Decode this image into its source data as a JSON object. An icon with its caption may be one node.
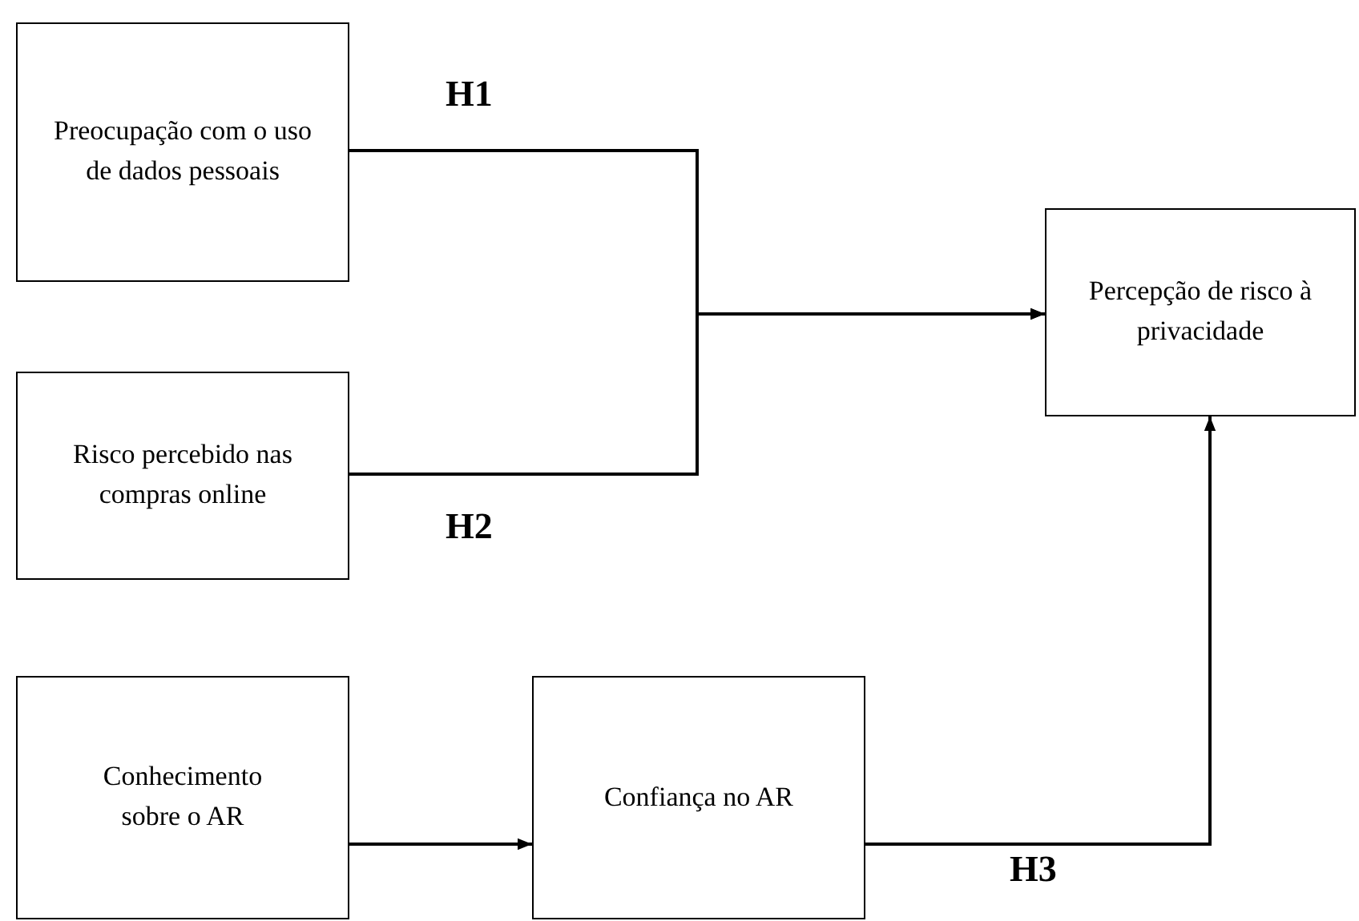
{
  "diagram": {
    "nodes": [
      {
        "text": [
          "Preocupação com o uso de dados pessoais"
        ]
      },
      {
        "text": [
          "Risco percebido nas compras online"
        ]
      },
      {
        "text": [
          "Percepção de risco à privacidade"
        ]
      },
      {
        "text": [
          "Conhecimento sobre o AR"
        ]
      },
      {
        "text": [
          "Confiança no AR"
        ]
      }
    ],
    "edges": [
      {
        "from": 0,
        "to": 2,
        "arrow": "to",
        "label": "H1"
      },
      {
        "from": 1,
        "to": 2,
        "arrow": "to",
        "label": "H2"
      },
      {
        "from": 3,
        "to": 4,
        "arrow": "to"
      },
      {
        "from": 4,
        "to": 2,
        "arrow": "to",
        "label": "H3"
      }
    ]
  }
}
